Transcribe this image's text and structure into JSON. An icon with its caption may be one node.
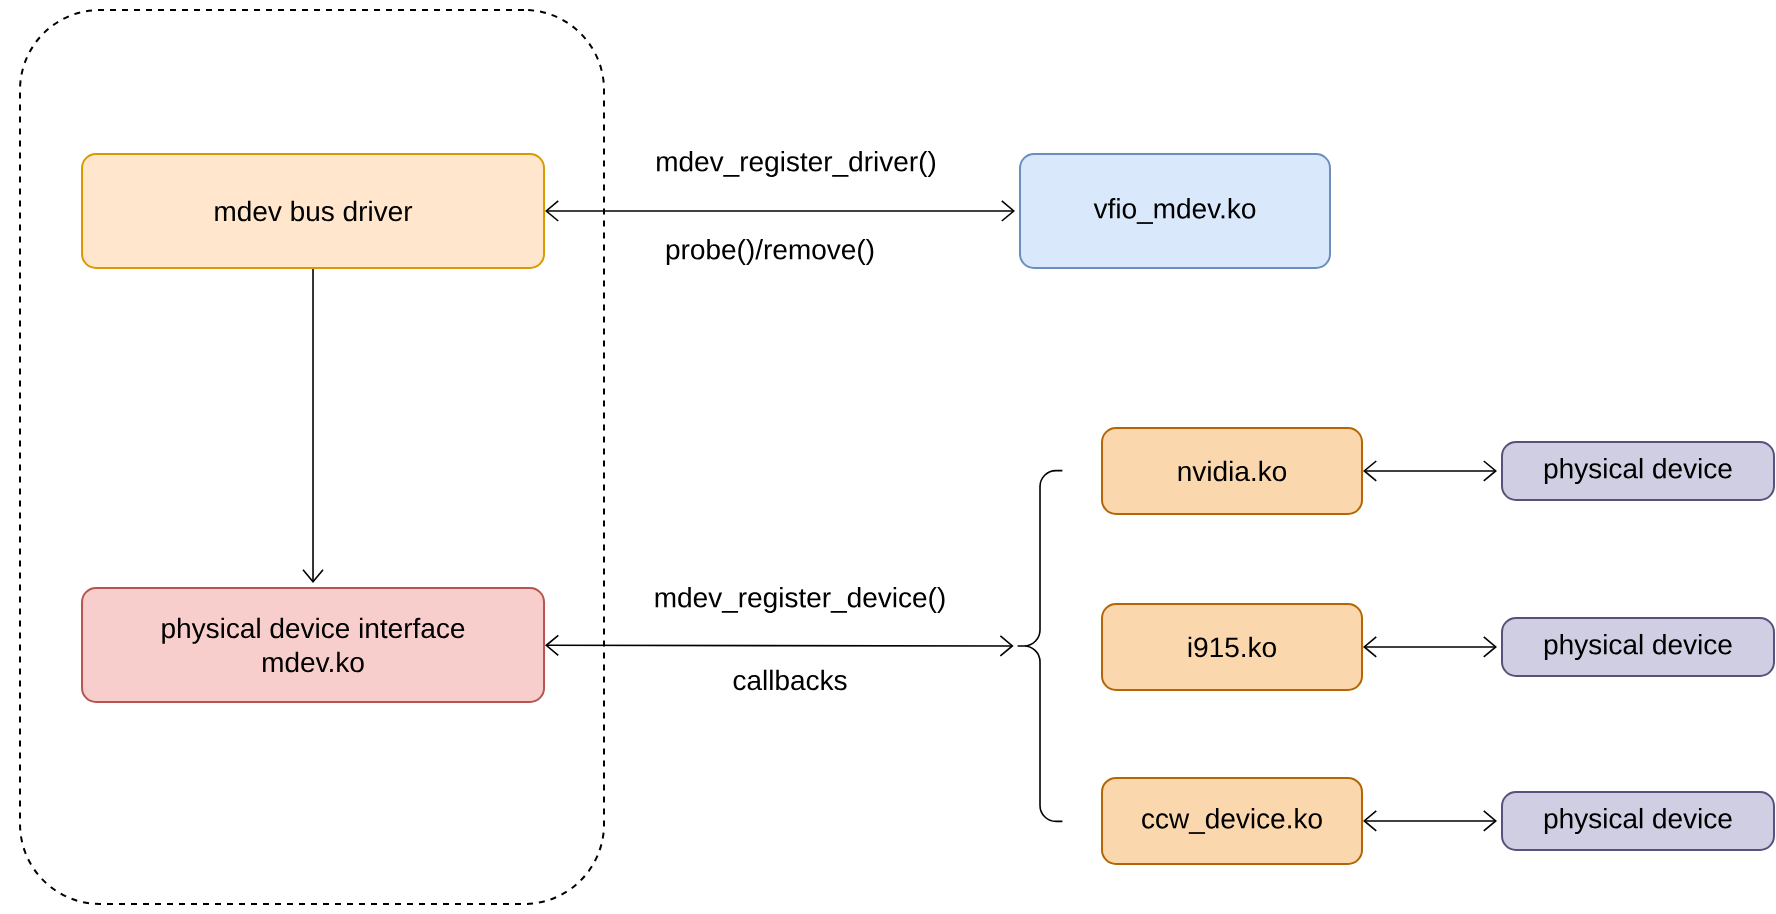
{
  "diagram": {
    "nodes": [
      {
        "text": [],
        "shape": "box"
      },
      {
        "text": [
          "mdev bus driver"
        ],
        "in": 0
      },
      {
        "text": [
          "physical device interface mdev.ko"
        ],
        "in": 0
      },
      {
        "text": [
          "vfio_mdev.ko"
        ]
      },
      {
        "text": [],
        "shape": "bracket"
      },
      {
        "text": [
          "nvidia.ko"
        ]
      },
      {
        "text": [
          "i915.ko"
        ]
      },
      {
        "text": [
          "ccw_device.ko"
        ]
      },
      {
        "text": [
          "physical device"
        ]
      },
      {
        "text": [
          "physical device"
        ]
      },
      {
        "text": [
          "physical device"
        ]
      }
    ],
    "edges": [
      {
        "from": 1,
        "to": 2,
        "arrow": "to"
      },
      {
        "from": 1,
        "to": 3,
        "arrow": "both",
        "label": "mdev_register_driver()"
      },
      {
        "from": 2,
        "to": 4,
        "arrow": "both",
        "label": "mdev_register_device()"
      },
      {
        "from": 5,
        "to": 8,
        "arrow": "both"
      },
      {
        "from": 6,
        "to": 9,
        "arrow": "both"
      },
      {
        "from": 7,
        "to": 10,
        "arrow": "both"
      }
    ],
    "labels": [
      "probe()/remove()",
      "callbacks"
    ]
  }
}
